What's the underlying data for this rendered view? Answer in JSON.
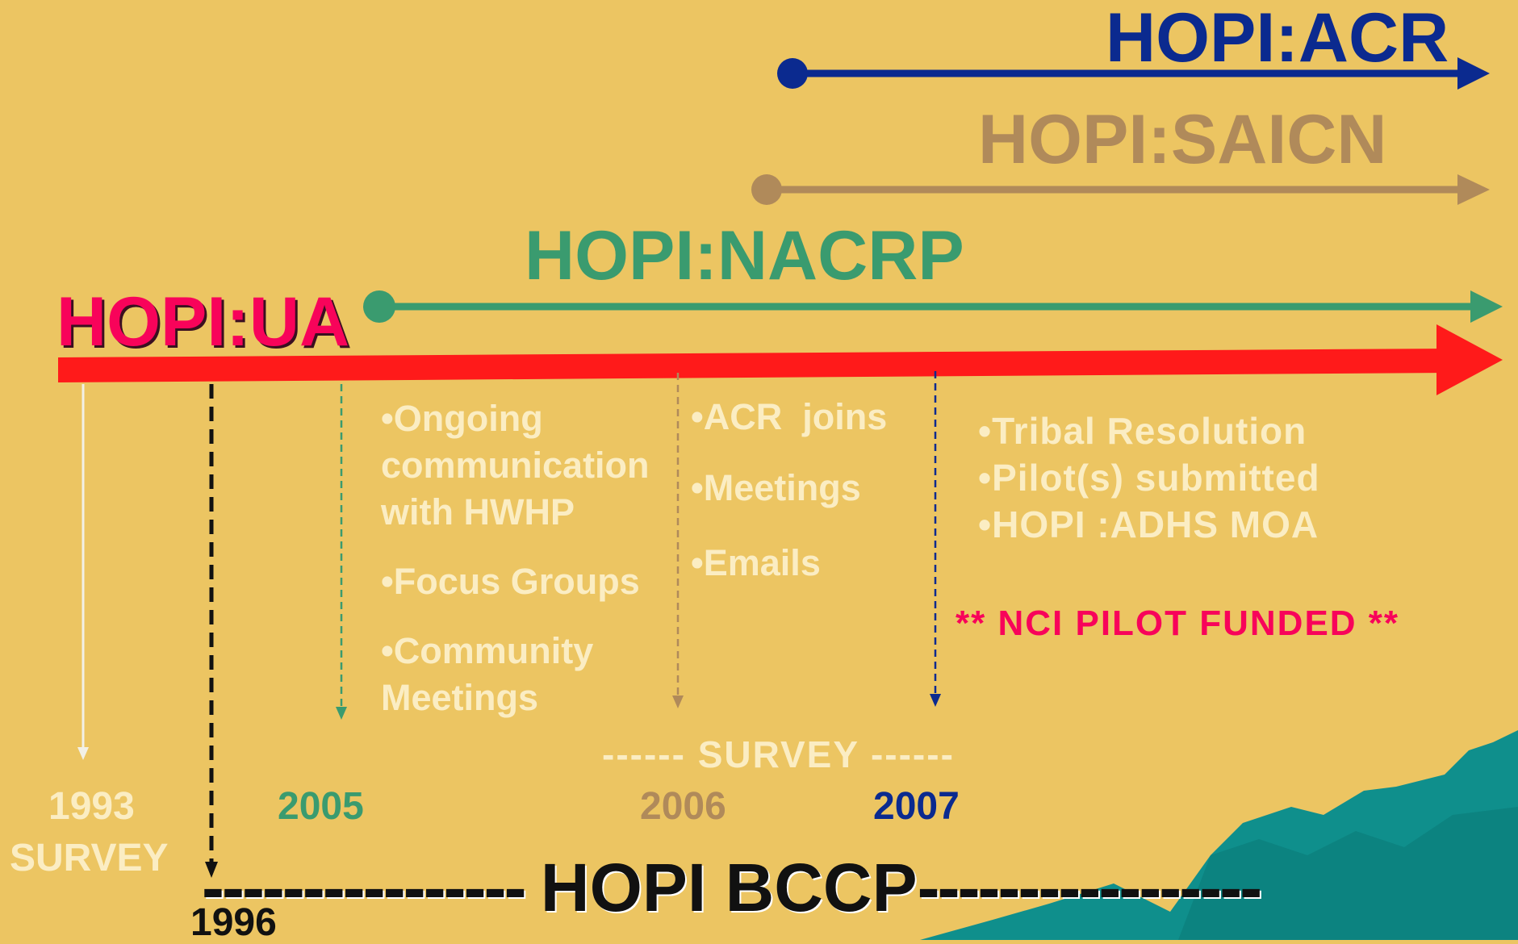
{
  "colors": {
    "background": "#ecc562",
    "acr": "#0b2a8f",
    "saicn": "#b08a5a",
    "nacrp": "#3a9b6f",
    "ua": "#f8035a",
    "ua_arrow": "#ff1a1a",
    "light_text": "#fbedc3",
    "teal_mountain": "#0f8f8c"
  },
  "programs": {
    "acr": "HOPI:ACR",
    "saicn": "HOPI:SAICN",
    "nacrp": "HOPI:NACRP",
    "ua": "HOPI:UA"
  },
  "notes": {
    "col_2005": [
      "•Ongoing",
      "communication",
      "with HWHP",
      "•Focus Groups",
      "•Community",
      "Meetings"
    ],
    "col_2006": [
      "•ACR  joins",
      "•Meetings",
      "•Emails"
    ],
    "col_2007": [
      "•Tribal Resolution",
      "•Pilot(s) submitted",
      "•HOPI :ADHS MOA"
    ],
    "nci": "** NCI PILOT FUNDED **"
  },
  "survey_label": "------ SURVEY ------",
  "years": {
    "y1993": "1993",
    "y1993_sub": "SURVEY",
    "y1996": "1996",
    "y2005": "2005",
    "y2006": "2006",
    "y2007": "2007"
  },
  "bottom": {
    "dashes_left": "---------------- ",
    "title": "HOPI BCCP",
    "dashes_right": "-----------------"
  }
}
